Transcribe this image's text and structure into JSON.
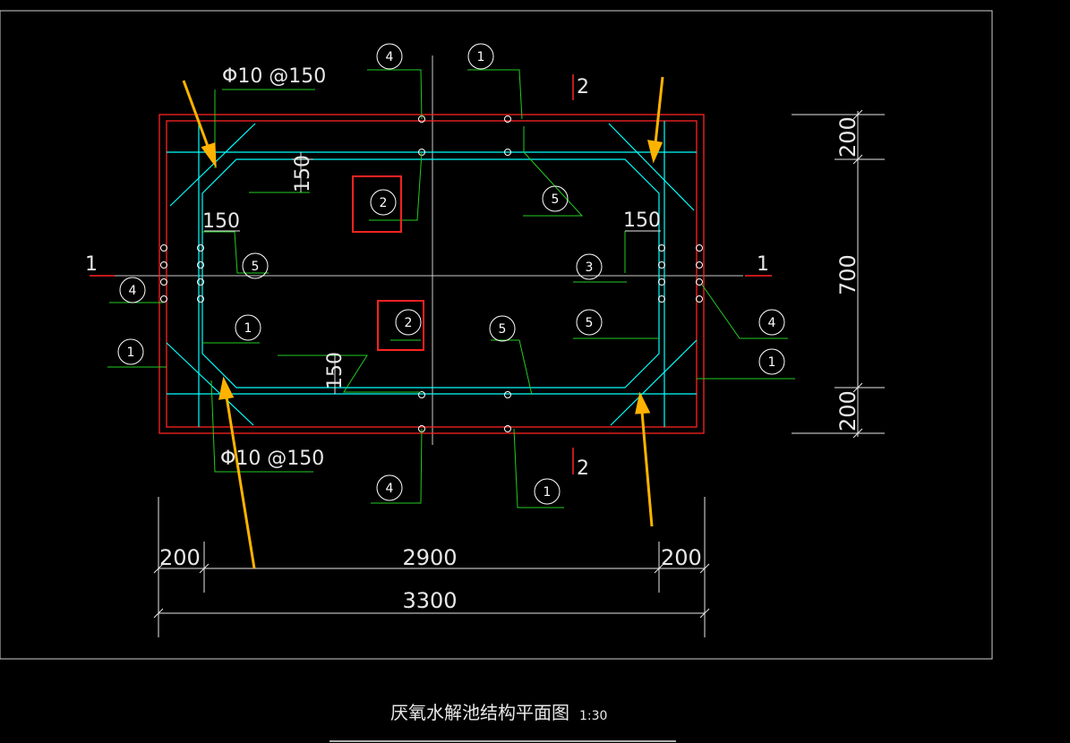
{
  "drawing": {
    "title": "厌氧水解池结构平面图",
    "scale": "1:30",
    "colors": {
      "background": "#000000",
      "outline": "#ff2222",
      "rebar": "#00ffff",
      "leader": "#22cc22",
      "dimension": "#ffffff",
      "arrow": "#ffb300",
      "highlight": "#ff2222",
      "centerline": "#cccccc"
    },
    "rebar_labels": {
      "top": "Φ10 @150",
      "bottom": "Φ10 @150"
    },
    "offsets": {
      "top_left_150": "150",
      "left_150": "150",
      "right_150": "150",
      "bottom_150": "150"
    },
    "section_marks": {
      "left_1": "1",
      "right_1": "1",
      "top_2": "2",
      "bottom_2": "2"
    },
    "bubbles": {
      "top_4": "4",
      "top_1": "1",
      "center_upper_2": "2",
      "center_lower_2": "2",
      "upper_right_5": "5",
      "left_5": "5",
      "right_3": "3",
      "left_4": "4",
      "left_1": "1",
      "inner_left_1": "1",
      "center_5": "5",
      "right_5": "5",
      "right_4": "4",
      "right_1": "1",
      "bottom_4": "4",
      "bottom_1": "1"
    },
    "dimensions": {
      "bottom_left": "200",
      "bottom_mid": "2900",
      "bottom_right": "200",
      "bottom_total": "3300",
      "right_top": "200",
      "right_mid": "700",
      "right_bottom": "200"
    }
  }
}
